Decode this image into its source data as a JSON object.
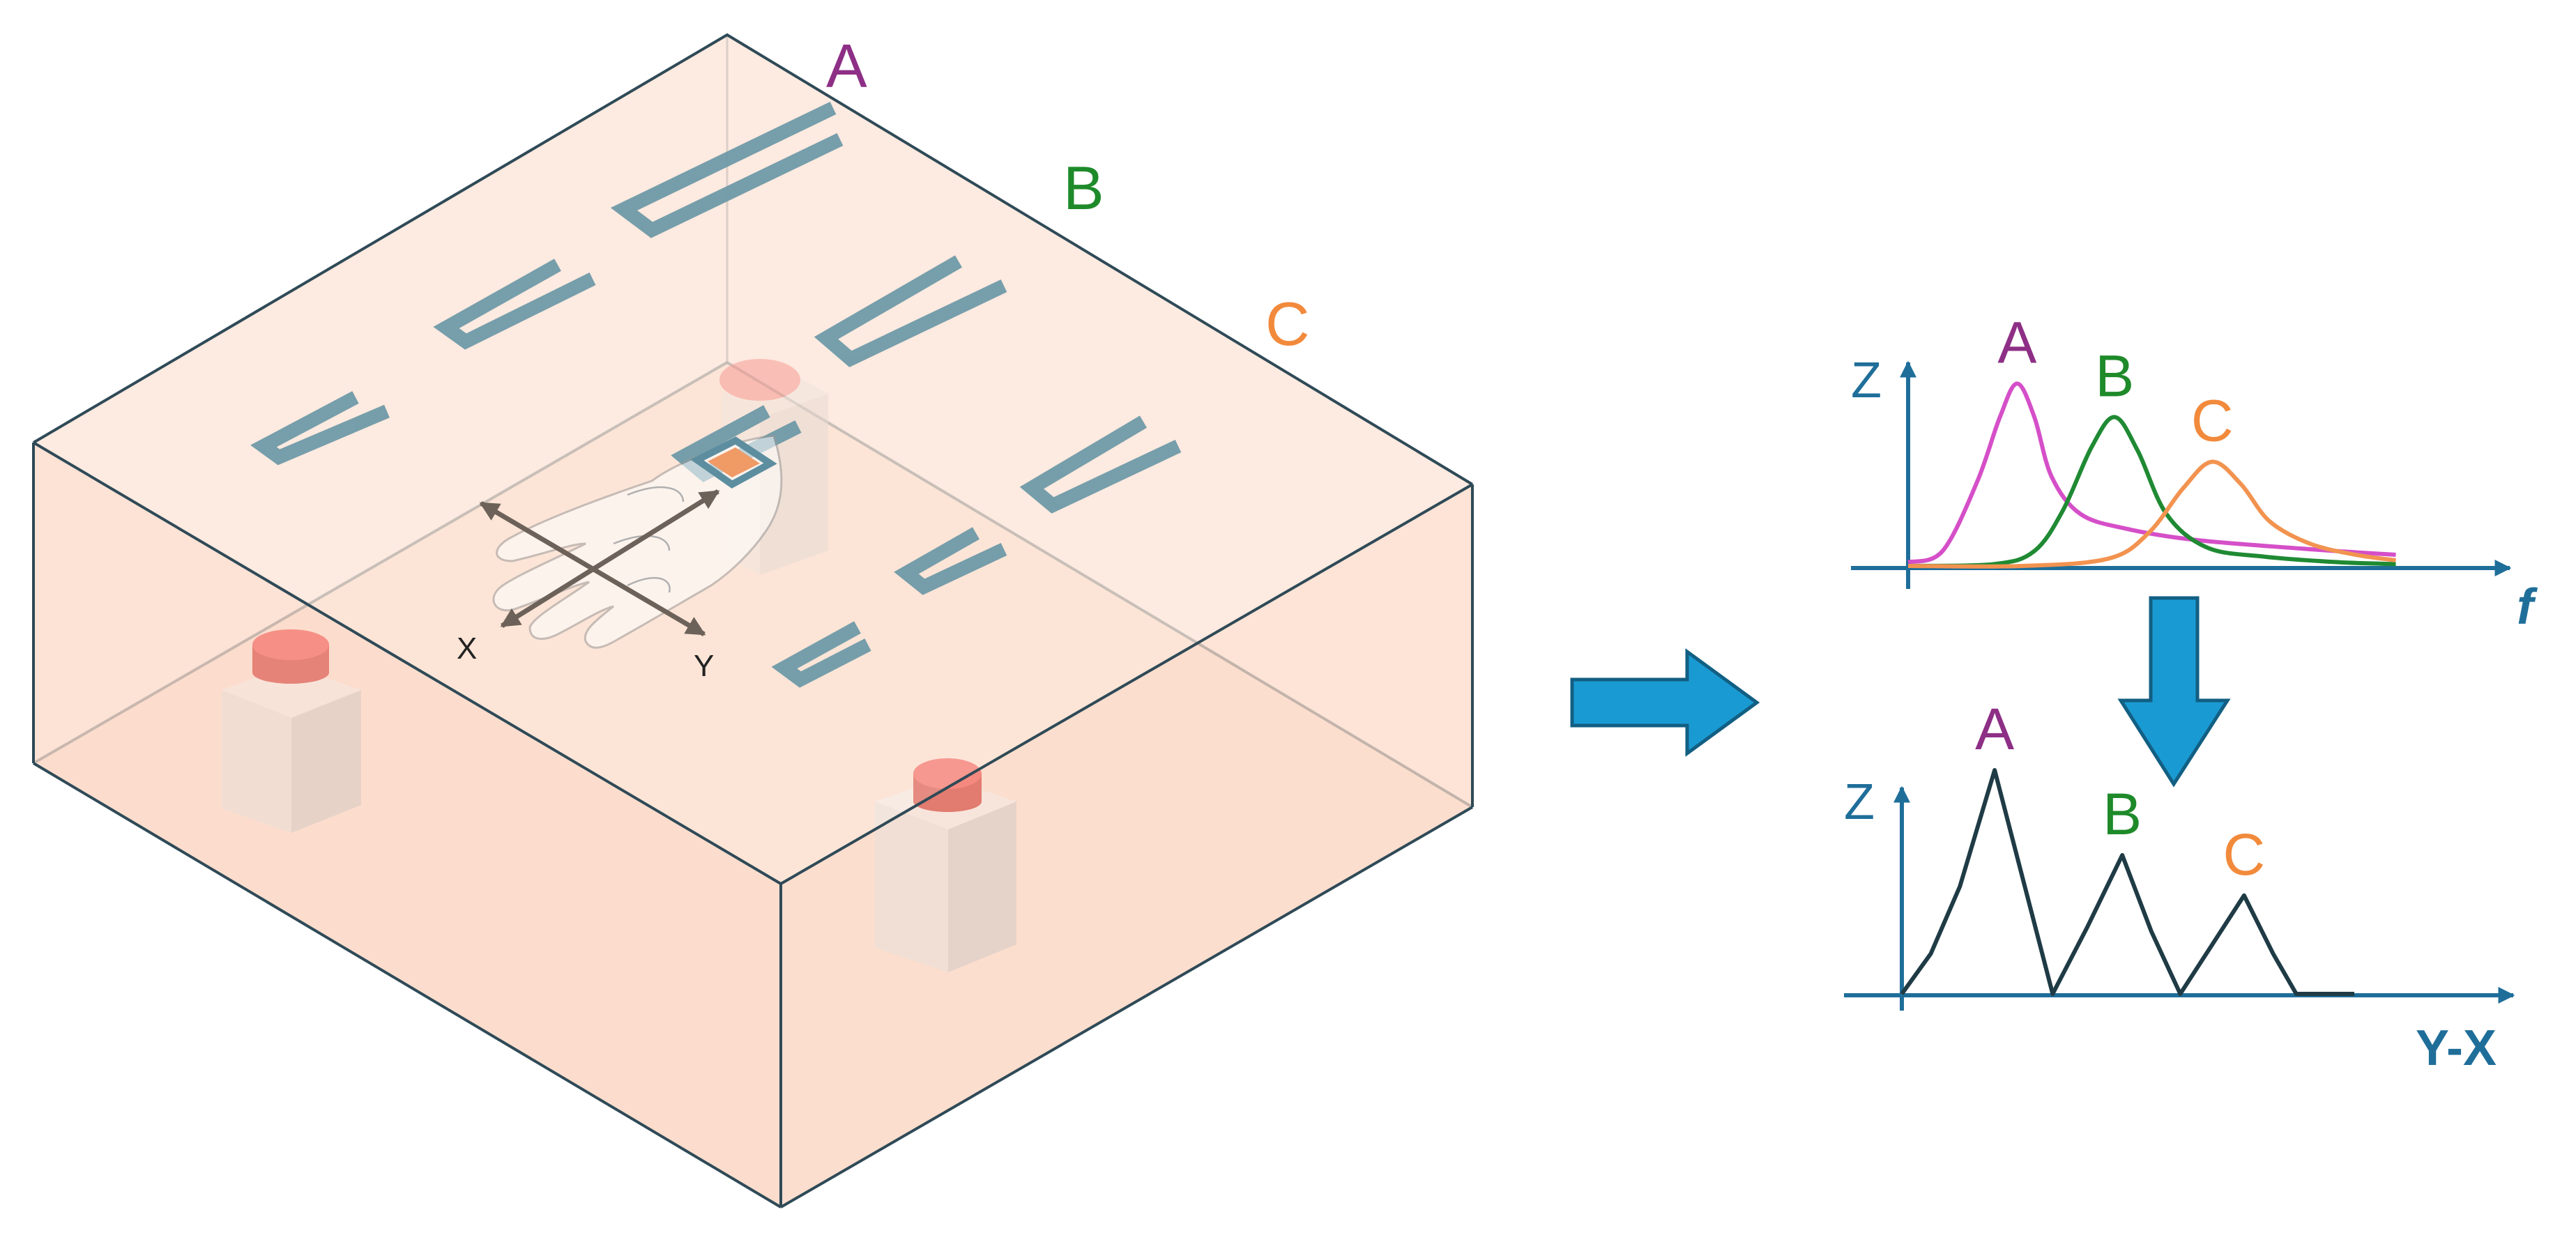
{
  "colors": {
    "A": "#8e2f86",
    "B": "#1e8a2a",
    "C": "#f28a3c",
    "axis": "#1f6e9a",
    "arrow": "#1a9ad2",
    "box_fill": "#fce3d6",
    "box_edge": "#2f4a57",
    "coil": "#6f9aa8",
    "sensor_red": "#e52a2a",
    "sensor_body": "#dcdcdc",
    "curve_A": "#d54fc8",
    "curve_B": "#1f8a33",
    "curve_C": "#f29350",
    "curve_bottom": "#1f3b45"
  },
  "box_labels": {
    "A": "A",
    "B": "B",
    "C": "C",
    "x_axis": "X",
    "y_axis": "Y"
  },
  "icons": {
    "hand": "hand-icon",
    "process_arrow": "right-arrow-icon",
    "convert_arrow": "down-arrow-icon"
  },
  "chart_data": [
    {
      "type": "line",
      "title": "",
      "xlabel": "f",
      "ylabel": "Z",
      "xlim": [
        0,
        100
      ],
      "ylim": [
        0,
        100
      ],
      "grid": false,
      "series": [
        {
          "name": "A",
          "x": [
            0,
            6,
            12,
            16,
            19,
            22,
            25,
            30,
            38,
            50,
            70,
            85
          ],
          "values": [
            2,
            8,
            45,
            80,
            98,
            80,
            48,
            28,
            20,
            14,
            9,
            6
          ]
        },
        {
          "name": "B",
          "x": [
            0,
            15,
            22,
            27,
            32,
            36,
            40,
            45,
            52,
            62,
            75,
            85
          ],
          "values": [
            0,
            1,
            8,
            30,
            64,
            80,
            62,
            28,
            10,
            5,
            2,
            1
          ]
        },
        {
          "name": "C",
          "x": [
            0,
            20,
            35,
            42,
            48,
            53,
            58,
            63,
            70,
            78,
            85
          ],
          "values": [
            0,
            0,
            4,
            18,
            42,
            56,
            44,
            24,
            12,
            6,
            3
          ]
        }
      ],
      "peak_labels": [
        "A",
        "B",
        "C"
      ]
    },
    {
      "type": "line",
      "title": "",
      "xlabel": "Y-X",
      "ylabel": "Z",
      "xlim": [
        0,
        100
      ],
      "ylim": [
        0,
        100
      ],
      "grid": false,
      "series": [
        {
          "name": "",
          "x": [
            0,
            5,
            10,
            16,
            21,
            26,
            32,
            38,
            43,
            48,
            54,
            59,
            64,
            68,
            72,
            78
          ],
          "values": [
            0,
            18,
            48,
            100,
            50,
            0,
            30,
            62,
            28,
            0,
            24,
            44,
            18,
            0,
            0,
            0
          ]
        }
      ],
      "peak_labels": [
        "A",
        "B",
        "C"
      ]
    }
  ]
}
